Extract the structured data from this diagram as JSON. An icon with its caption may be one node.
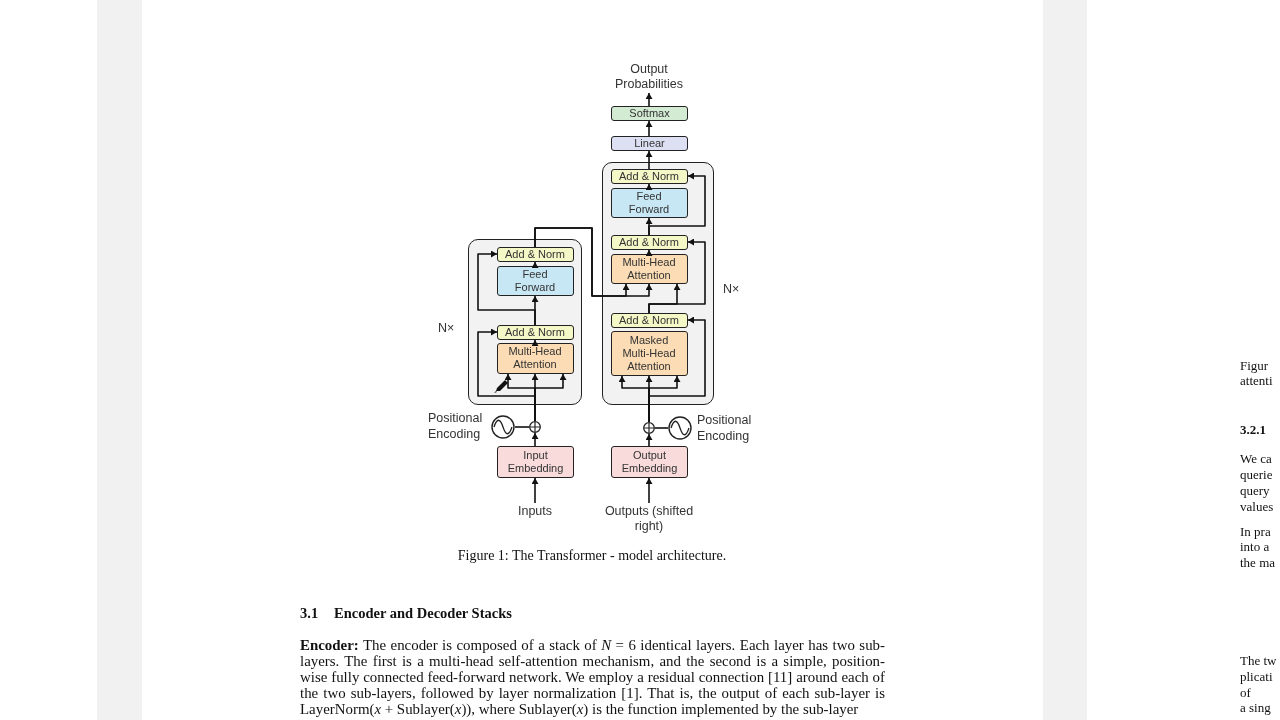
{
  "diagram": {
    "caption": "Figure 1: The Transformer - model architecture.",
    "nodes": [
      {
        "text": [
          "Output Probabilities"
        ]
      },
      {
        "text": [
          "Softmax"
        ]
      },
      {
        "text": [
          "Linear"
        ]
      },
      {
        "text": [],
        "shape": "box",
        "beside": [
          "N×"
        ]
      },
      {
        "text": [
          "Add & Norm"
        ],
        "in": 3
      },
      {
        "text": [
          "Feed Forward"
        ],
        "in": 3
      },
      {
        "text": [
          "Add & Norm"
        ],
        "in": 3
      },
      {
        "text": [
          "Multi-Head Attention"
        ],
        "in": 3
      },
      {
        "text": [
          "Add & Norm"
        ],
        "in": 3
      },
      {
        "text": [
          "Masked Multi-Head Attention"
        ],
        "in": 3
      },
      {
        "text": [],
        "shape": "box",
        "beside": [
          "N×"
        ]
      },
      {
        "text": [
          "Add & Norm"
        ],
        "in": 10
      },
      {
        "text": [
          "Feed Forward"
        ],
        "in": 10
      },
      {
        "text": [
          "Add & Norm"
        ],
        "in": 10
      },
      {
        "text": [
          "Multi-Head Attention"
        ],
        "in": 10
      },
      {
        "text": [],
        "shape": "circle"
      },
      {
        "text": [],
        "shape": "circle",
        "beside": [
          "Positional Encoding"
        ]
      },
      {
        "text": [
          "Input Embedding"
        ]
      },
      {
        "text": [
          "Inputs"
        ]
      },
      {
        "text": [],
        "shape": "circle"
      },
      {
        "text": [],
        "shape": "circle",
        "beside": [
          "Positional Encoding"
        ]
      },
      {
        "text": [
          "Output Embedding"
        ]
      },
      {
        "text": [
          "Outputs (shifted right)"
        ]
      }
    ],
    "edges": [
      {
        "from": 18,
        "to": 17,
        "arrow": "to"
      },
      {
        "from": 17,
        "to": 15,
        "arrow": "to"
      },
      {
        "from": 16,
        "to": 15,
        "arrow": "none"
      },
      {
        "from": 15,
        "to": 14,
        "arrow": "to"
      },
      {
        "from": 15,
        "to": 14,
        "arrow": "to"
      },
      {
        "from": 15,
        "to": 14,
        "arrow": "to"
      },
      {
        "from": 15,
        "to": 13,
        "arrow": "to"
      },
      {
        "from": 14,
        "to": 13,
        "arrow": "to"
      },
      {
        "from": 13,
        "to": 12,
        "arrow": "to"
      },
      {
        "from": 13,
        "to": 11,
        "arrow": "to"
      },
      {
        "from": 12,
        "to": 11,
        "arrow": "to"
      },
      {
        "from": 11,
        "to": 7,
        "arrow": "to"
      },
      {
        "from": 11,
        "to": 7,
        "arrow": "to"
      },
      {
        "from": 8,
        "to": 7,
        "arrow": "to"
      },
      {
        "from": 8,
        "to": 6,
        "arrow": "to"
      },
      {
        "from": 7,
        "to": 6,
        "arrow": "to"
      },
      {
        "from": 6,
        "to": 5,
        "arrow": "to"
      },
      {
        "from": 6,
        "to": 4,
        "arrow": "to"
      },
      {
        "from": 5,
        "to": 4,
        "arrow": "to"
      },
      {
        "from": 4,
        "to": 2,
        "arrow": "to"
      },
      {
        "from": 2,
        "to": 1,
        "arrow": "to"
      },
      {
        "from": 1,
        "to": 0,
        "arrow": "to"
      },
      {
        "from": 22,
        "to": 21,
        "arrow": "to"
      },
      {
        "from": 21,
        "to": 19,
        "arrow": "to"
      },
      {
        "from": 20,
        "to": 19,
        "arrow": "none"
      },
      {
        "from": 19,
        "to": 9,
        "arrow": "to"
      },
      {
        "from": 19,
        "to": 9,
        "arrow": "to"
      },
      {
        "from": 19,
        "to": 9,
        "arrow": "to"
      },
      {
        "from": 19,
        "to": 8,
        "arrow": "to"
      }
    ],
    "labels": [
      "3.1",
      "Encoder and Decoder Stacks",
      "**Encoder:** The encoder is composed of a stack of *N* = 6 identical layers. Each layer has two sub-layers. The first is a multi-head self-attention mechanism, and the second is a simple, position-wise fully connected feed-forward network. We employ a residual connection [11] around each of the two sub-layers, followed by layer normalization [1]. That is, the output of each sub-layer is LayerNorm(*x* + Sublayer(*x*)), where Sublayer(*x*) is the function implemented by the sub-layer",
      "Figur",
      "attenti",
      "3.2.1",
      "We ca",
      "querie",
      "query",
      "values",
      "In pra",
      "into a",
      "the ma",
      "The tw",
      "plicati",
      "of",
      "a sing"
    ]
  }
}
